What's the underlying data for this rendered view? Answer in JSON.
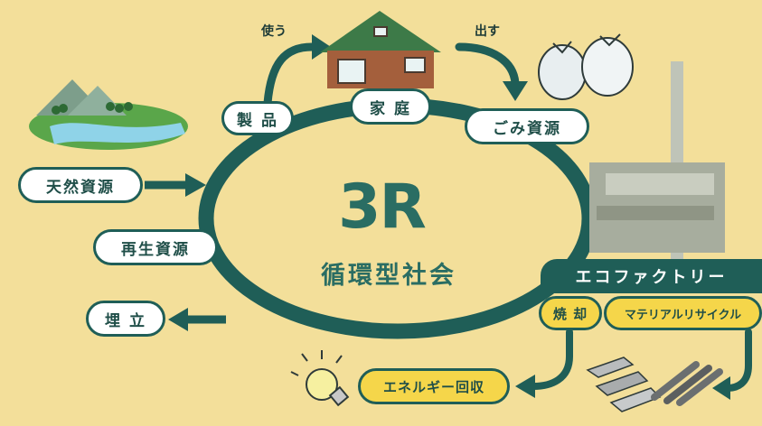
{
  "center": {
    "title": "3R",
    "subtitle": "循環型社会"
  },
  "nodes": {
    "home": "家 庭",
    "products": "製 品",
    "waste": "ごみ資源",
    "natural": "天然資源",
    "recycled": "再生資源",
    "landfill": "埋 立",
    "factory": "エコファクトリー",
    "incineration": "焼 却",
    "material_recycle": "マテリアルリサイクル",
    "energy_recovery": "エネルギー回収"
  },
  "flow_labels": {
    "use": "使う",
    "dispose": "出す"
  },
  "colors": {
    "background": "#f3df9a",
    "primary": "#1f5e57",
    "accent": "#f5d64a"
  }
}
